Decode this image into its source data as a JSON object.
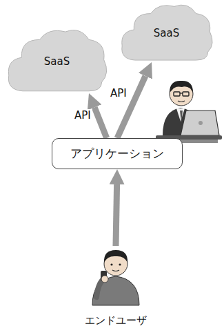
{
  "diagram": {
    "nodes": [
      {
        "text": [
          "SaaS"
        ]
      },
      {
        "text": [
          "SaaS"
        ]
      },
      {
        "text": [
          "アプリケーション"
        ]
      },
      {
        "text": [
          "エンドユーザ"
        ]
      }
    ],
    "edges": [
      {
        "from": 2,
        "to": 0,
        "label": "API",
        "arrow": "to"
      },
      {
        "from": 2,
        "to": 1,
        "label": "API",
        "arrow": "to"
      },
      {
        "from": 3,
        "to": 2,
        "arrow": "to"
      }
    ]
  }
}
